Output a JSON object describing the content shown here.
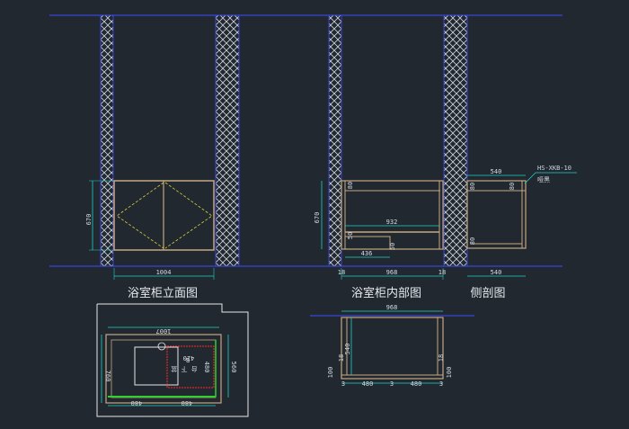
{
  "titles": {
    "elevation": "浴室柜立面图",
    "interior": "浴室柜内部图",
    "section": "侧剖图"
  },
  "elevation": {
    "height_dim": "670",
    "width_dim": "1004"
  },
  "interior": {
    "height_dim": "670",
    "inner_width": "932",
    "shelf_width": "436",
    "overall_width": "968",
    "side_left": "18",
    "side_right": "18",
    "top_depth": "80",
    "shelf_label_a": "50",
    "shelf_label_b": "50"
  },
  "section": {
    "top_width": "540",
    "bottom_width": "540",
    "label_a": "80",
    "label_b": "80",
    "label_c": "80",
    "callout_code": "HS-XKB-10",
    "callout_finish": "哑黑"
  },
  "plan": {
    "top_width": "1007",
    "depth_left": "760",
    "depth_right": "560",
    "bowl_w": "420",
    "bowl_d": "480",
    "bottom_left": "480",
    "bottom_right": "480",
    "mark_text": "台 下 盆",
    "mark_tag": "B"
  },
  "inner_plan": {
    "width": "968",
    "depth": "540",
    "left_edge": "100",
    "right_edge": "100",
    "left_mid": "18",
    "right_mid": "18",
    "bottom_left": "480",
    "bottom_right": "480",
    "bottom_a": "3",
    "bottom_b": "3",
    "bottom_c": "3"
  },
  "colors": {
    "background": "#212830",
    "wall_line": "#3a45d6",
    "cabinet": "#c7a77f",
    "dimension": "#1fd0c5",
    "highlight": "#ff2a2a",
    "green": "#2fd12f",
    "yellow": "#d8d23a",
    "white": "#e8e8e8"
  }
}
